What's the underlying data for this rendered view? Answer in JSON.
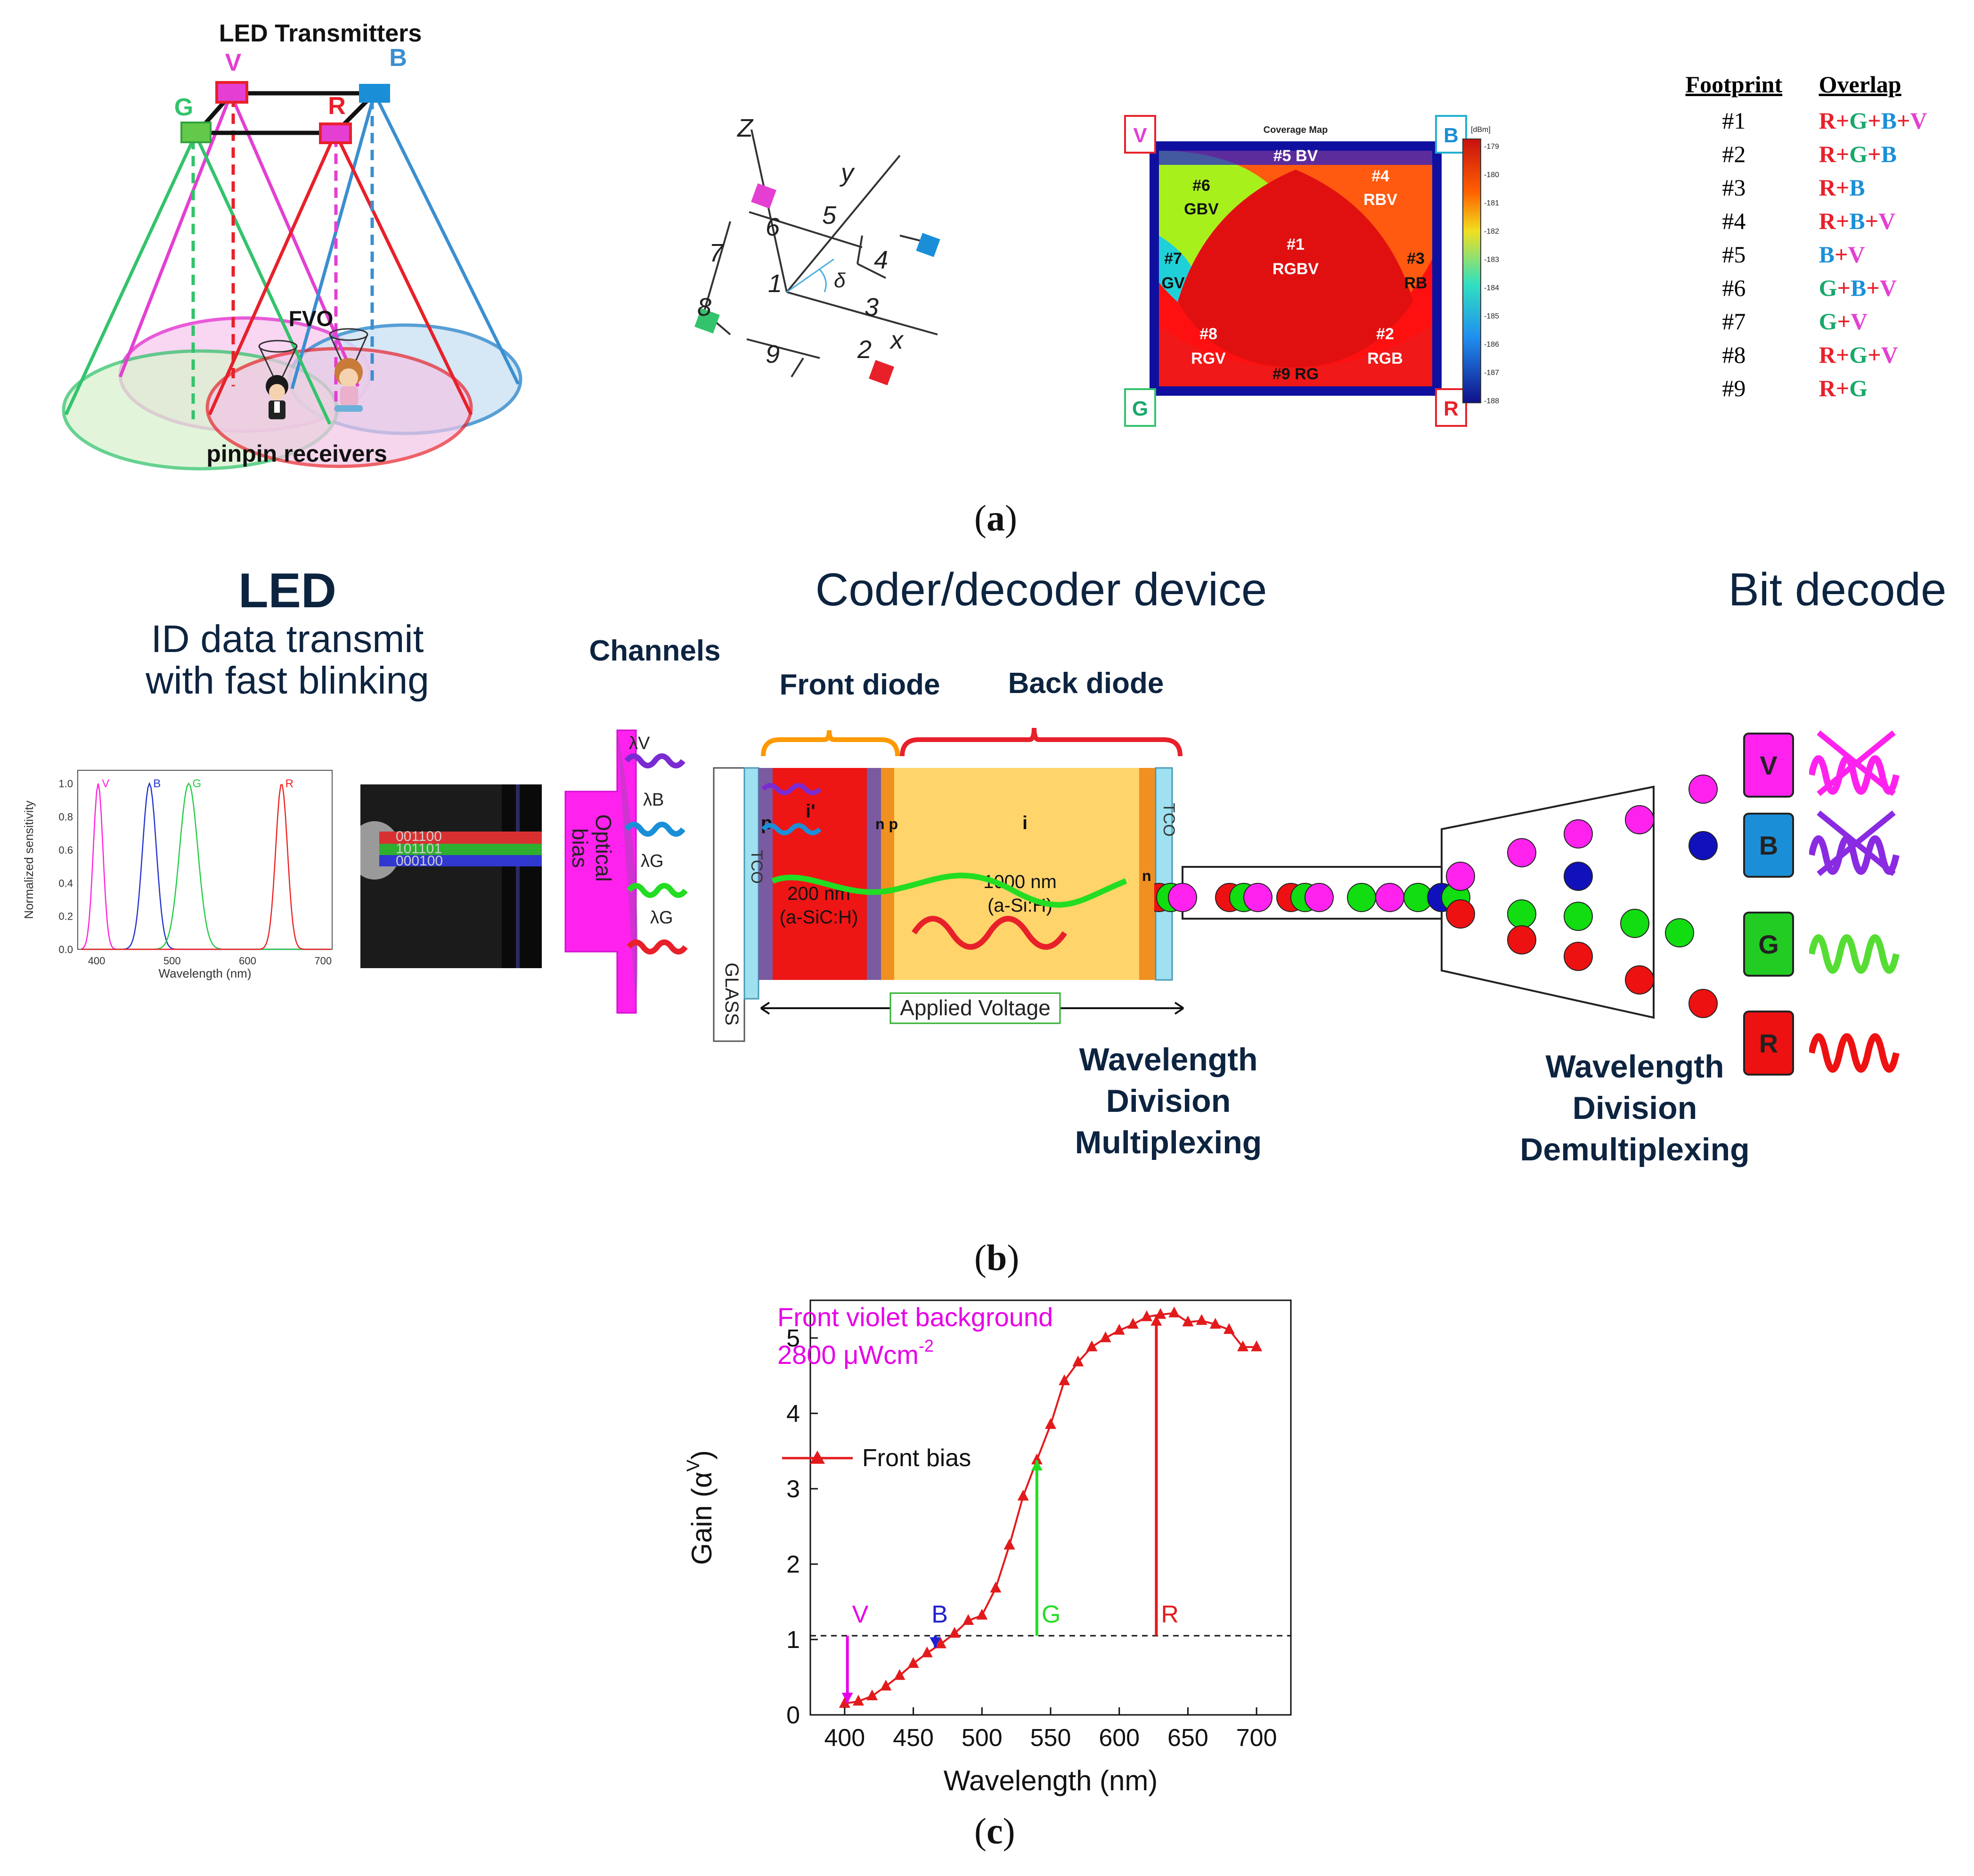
{
  "panel_a": {
    "caption": "a",
    "scene": {
      "title": "LED Transmitters",
      "leds": [
        "V",
        "B",
        "G",
        "R"
      ],
      "fov_label": "FVO",
      "receivers_label": "pinpin receivers"
    },
    "grid": {
      "axes": [
        "Z",
        "y",
        "x"
      ],
      "angle_symbol": "δ",
      "numbers": [
        "1",
        "2",
        "3",
        "4",
        "5",
        "6",
        "7",
        "8",
        "9"
      ]
    },
    "coverage_map": {
      "title": "Coverage Map",
      "unit": "[dBm]",
      "corners": [
        "V",
        "B",
        "G",
        "R"
      ],
      "regions": [
        {
          "id": "#1",
          "label": "RGBV"
        },
        {
          "id": "#2",
          "label": "RGB"
        },
        {
          "id": "#3",
          "label": "RB"
        },
        {
          "id": "#4",
          "label": "RBV"
        },
        {
          "id": "#5",
          "label": "BV"
        },
        {
          "id": "#6",
          "label": "GBV"
        },
        {
          "id": "#7",
          "label": "GV"
        },
        {
          "id": "#8",
          "label": "RGV"
        },
        {
          "id": "#9",
          "label": "RG"
        }
      ],
      "colorbar_ticks": [
        "-179",
        "-180",
        "-181",
        "-182",
        "-183",
        "-184",
        "-185",
        "-186",
        "-187",
        "-188"
      ]
    },
    "footprint_table": {
      "header_footprint": "Footprint",
      "header_overlap": "Overlap",
      "rows": [
        {
          "footprint": "#1",
          "overlap": "R+G+B+V"
        },
        {
          "footprint": "#2",
          "overlap": "R+G+B"
        },
        {
          "footprint": "#3",
          "overlap": "R+B"
        },
        {
          "footprint": "#4",
          "overlap": "R+B+V"
        },
        {
          "footprint": "#5",
          "overlap": "B+V"
        },
        {
          "footprint": "#6",
          "overlap": "G+B+V"
        },
        {
          "footprint": "#7",
          "overlap": "G+V"
        },
        {
          "footprint": "#8",
          "overlap": "R+G+V"
        },
        {
          "footprint": "#9",
          "overlap": "R+G"
        }
      ],
      "letter_colors": {
        "R": "#e8202a",
        "G": "#19a86b",
        "B": "#1a8fd8",
        "V": "#e43fd2",
        "+": "#e8202a"
      }
    }
  },
  "panel_b": {
    "caption": "b",
    "led_title": "LED",
    "led_subtitle_1": "ID data transmit",
    "led_subtitle_2": "with fast blinking",
    "coder_title": "Coder/decoder device",
    "bit_title": "Bit decode",
    "channels_label": "Channels",
    "front_diode": "Front diode",
    "back_diode": "Back diode",
    "optical_bias_1": "Optical",
    "optical_bias_2": "bias",
    "lambda_labels": [
      "λV",
      "λB",
      "λG",
      "λG"
    ],
    "tco": "TCO",
    "glass": "GLASS",
    "layer_labels": {
      "p": "p",
      "n": "n",
      "np": "n p",
      "i1": "i'",
      "i2": "i",
      "thick1": "200 nm",
      "mat1": "(a-SiC:H)",
      "thick2": "1000 nm",
      "mat2": "(a-Si:H)"
    },
    "applied_voltage": "Applied Voltage",
    "wdm": [
      "Wavelength",
      "Division",
      "Multiplexing"
    ],
    "wddm": [
      "Wavelength",
      "Division",
      "Demultiplexing"
    ],
    "decoded_channels": [
      "V",
      "B",
      "G",
      "R"
    ],
    "spectrum": {
      "ylabel": "Normalized sensitivity",
      "xlabel": "Wavelength (nm)",
      "xticks": [
        "400",
        "500",
        "600",
        "700"
      ],
      "yticks": [
        "0.0",
        "0.2",
        "0.4",
        "0.6",
        "0.8",
        "1.0"
      ],
      "peaks": [
        {
          "name": "V",
          "center": 402
        },
        {
          "name": "B",
          "center": 470
        },
        {
          "name": "G",
          "center": 522
        },
        {
          "name": "R",
          "center": 645
        }
      ]
    },
    "snapshot": {
      "bits": [
        "001100",
        "101101",
        "000100"
      ]
    }
  },
  "panel_c": {
    "caption": "c",
    "annotation_line1": "Front violet background",
    "annotation_line2_value": "2800 μWcm",
    "annotation_line2_exp": "-2",
    "legend": "Front bias",
    "ylabel_main": "Gain (α",
    "ylabel_sup": "V",
    "ylabel_close": ")",
    "xlabel": "Wavelength (nm)",
    "arrow_labels": [
      {
        "name": "V",
        "x": 402,
        "color": "#e600e6"
      },
      {
        "name": "B",
        "x": 466,
        "color": "#1f1fd0"
      },
      {
        "name": "G",
        "x": 540,
        "color": "#22dd22"
      },
      {
        "name": "R",
        "x": 627,
        "color": "#e31a1c"
      }
    ]
  },
  "chart_data": {
    "type": "line",
    "xlabel": "Wavelength (nm)",
    "ylabel": "Gain (αV)",
    "xlim": [
      375,
      725
    ],
    "ylim": [
      0,
      5.5
    ],
    "xticks": [
      400,
      450,
      500,
      550,
      600,
      650,
      700
    ],
    "yticks": [
      0,
      1,
      2,
      3,
      4,
      5
    ],
    "reference_line": 1.05,
    "series": [
      {
        "name": "Front bias",
        "color": "#e31a1c",
        "x": [
          400,
          410,
          420,
          430,
          440,
          450,
          460,
          470,
          480,
          490,
          500,
          510,
          520,
          530,
          540,
          550,
          560,
          570,
          580,
          590,
          600,
          610,
          620,
          630,
          640,
          650,
          660,
          670,
          680,
          690,
          700
        ],
        "y": [
          0.15,
          0.18,
          0.25,
          0.38,
          0.52,
          0.68,
          0.82,
          0.94,
          1.08,
          1.25,
          1.32,
          1.68,
          2.25,
          2.9,
          3.38,
          3.85,
          4.43,
          4.68,
          4.88,
          5.0,
          5.1,
          5.18,
          5.28,
          5.31,
          5.33,
          5.21,
          5.23,
          5.18,
          5.11,
          4.88,
          4.88
        ]
      }
    ]
  }
}
